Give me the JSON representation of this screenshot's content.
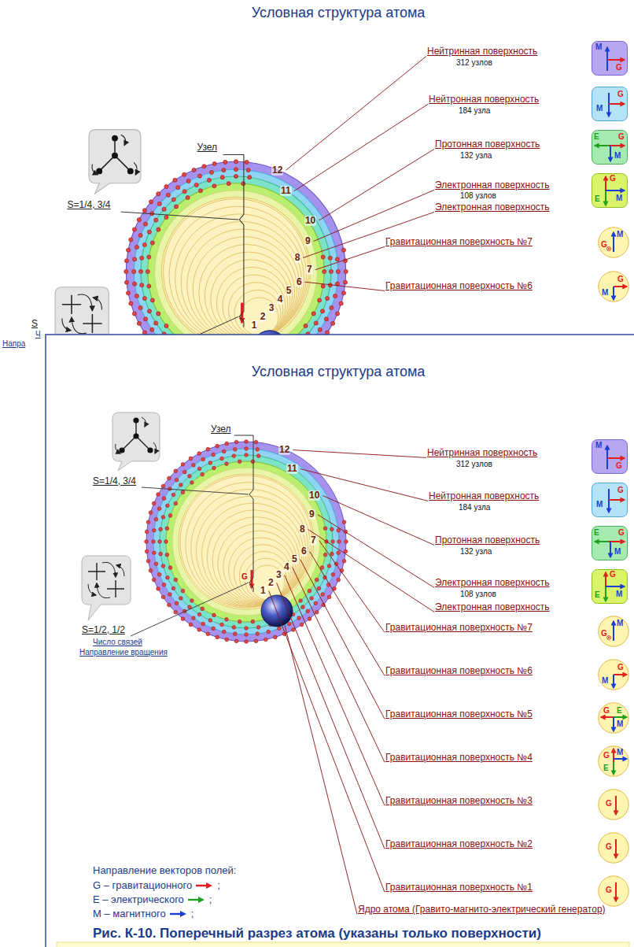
{
  "diagram": {
    "title": "Условная структура атома",
    "caption": "Рис. К-10. Поперечный разрез атома (указаны только поверхности)",
    "nodes": [
      {
        "text": [
          "M",
          "G"
        ]
      },
      {
        "text": [
          "M",
          "G"
        ]
      },
      {
        "text": [
          "E",
          "G",
          "M"
        ]
      },
      {
        "text": [
          "G",
          "E",
          "M"
        ]
      },
      {
        "text": [
          "M",
          "G"
        ]
      },
      {
        "text": [
          "G",
          "M"
        ]
      },
      {
        "text": [
          "M",
          "G"
        ]
      },
      {
        "text": [
          "M",
          "G"
        ]
      },
      {
        "text": [
          "E",
          "G",
          "M"
        ]
      },
      {
        "text": [
          "G",
          "E",
          "M"
        ]
      },
      {
        "text": [
          "M",
          "G"
        ]
      },
      {
        "text": [
          "G",
          "M"
        ]
      },
      {
        "text": [
          "G",
          "E",
          "M"
        ]
      },
      {
        "text": [
          "G",
          "M",
          "E"
        ]
      },
      {
        "text": [
          "G"
        ]
      },
      {
        "text": [
          "G"
        ]
      },
      {
        "text": [
          "G"
        ]
      }
    ],
    "labels": [
      "Условная структура атома",
      "Нейтринная поверхность",
      "312 узлов",
      "Нейтронная поверхность",
      "184 узла",
      "Протонная поверхность",
      "132 узла",
      "Электронная поверхность",
      "108 узлов",
      "Электронная поверхность",
      "Гравитационная поверхность №7",
      "Гравитационная поверхность №6",
      "Узел",
      "S=1/4, 3/4",
      "12",
      "11",
      "10",
      "9",
      "8",
      "7",
      "6",
      "5",
      "4",
      "3",
      "2",
      "1",
      "S",
      "Ч",
      "Напра",
      "Нейтринная поверхность",
      "312 узлов",
      "Нейтронная поверхность",
      "184 узла",
      "Протонная поверхность",
      "132 узла",
      "Электронная поверхность",
      "108 узлов",
      "Электронная поверхность",
      "Гравитационная поверхность №7",
      "Гравитационная поверхность №6",
      "Гравитационная поверхность №5",
      "Гравитационная поверхность №4",
      "Гравитационная поверхность №3",
      "Гравитационная поверхность №2",
      "Гравитационная поверхность №1",
      "Узел",
      "S=1/4, 3/4",
      "S=1/2, 1/2",
      "Число связей",
      "Направление вращения",
      "12",
      "11",
      "10",
      "9",
      "8",
      "7",
      "6",
      "5",
      "4",
      "3",
      "2",
      "1",
      "G",
      "Ядро атома (Гравито-магнито-электрический генератор)",
      "Направление векторов полей:",
      ";",
      ";",
      ";"
    ],
    "legend": [
      {
        "text": "G – гравитационного",
        "color": "#e02020"
      },
      {
        "text": "E – электрического",
        "color": "#1fa01f"
      },
      {
        "text": "M – магнитного",
        "color": "#1a3fd6"
      }
    ]
  }
}
